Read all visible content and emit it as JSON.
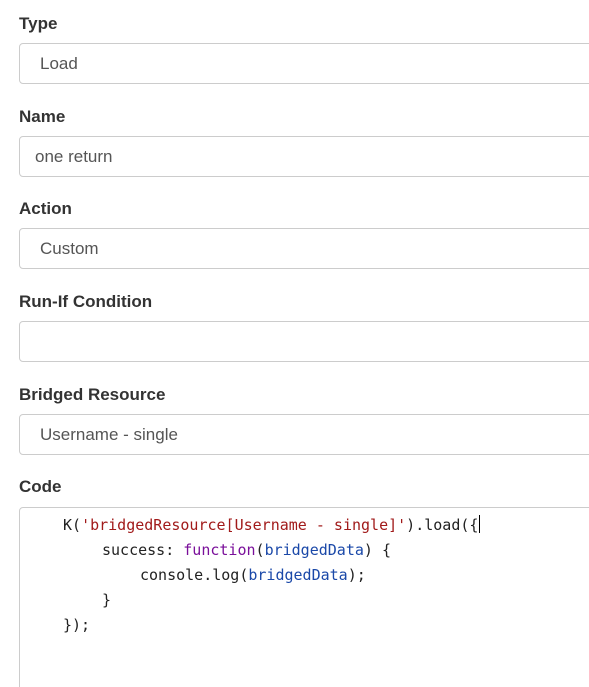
{
  "fields": {
    "type": {
      "label": "Type",
      "value": "Load"
    },
    "name": {
      "label": "Name",
      "value": "one return"
    },
    "action": {
      "label": "Action",
      "value": "Custom"
    },
    "run_if": {
      "label": "Run-If Condition",
      "value": ""
    },
    "bridged_resource": {
      "label": "Bridged Resource",
      "value": "Username - single"
    },
    "code": {
      "label": "Code"
    }
  },
  "code": {
    "line1": {
      "call": "K(",
      "arg": "'bridgedResource[Username - single]'",
      "rest": ").load({"
    },
    "line2": {
      "key": "success: ",
      "keyword": "function",
      "open": "(",
      "param": "bridgedData",
      "close": ") {"
    },
    "line3": {
      "call": "console.log(",
      "arg": "bridgedData",
      "close": ");"
    },
    "line4": {
      "text": "}"
    },
    "line5": {
      "text": "});"
    }
  },
  "colors": {
    "string": "#a11a1a",
    "keyword": "#7a0f9a",
    "variable": "#1a48a8",
    "border": "#cccccc",
    "label": "#333333"
  }
}
